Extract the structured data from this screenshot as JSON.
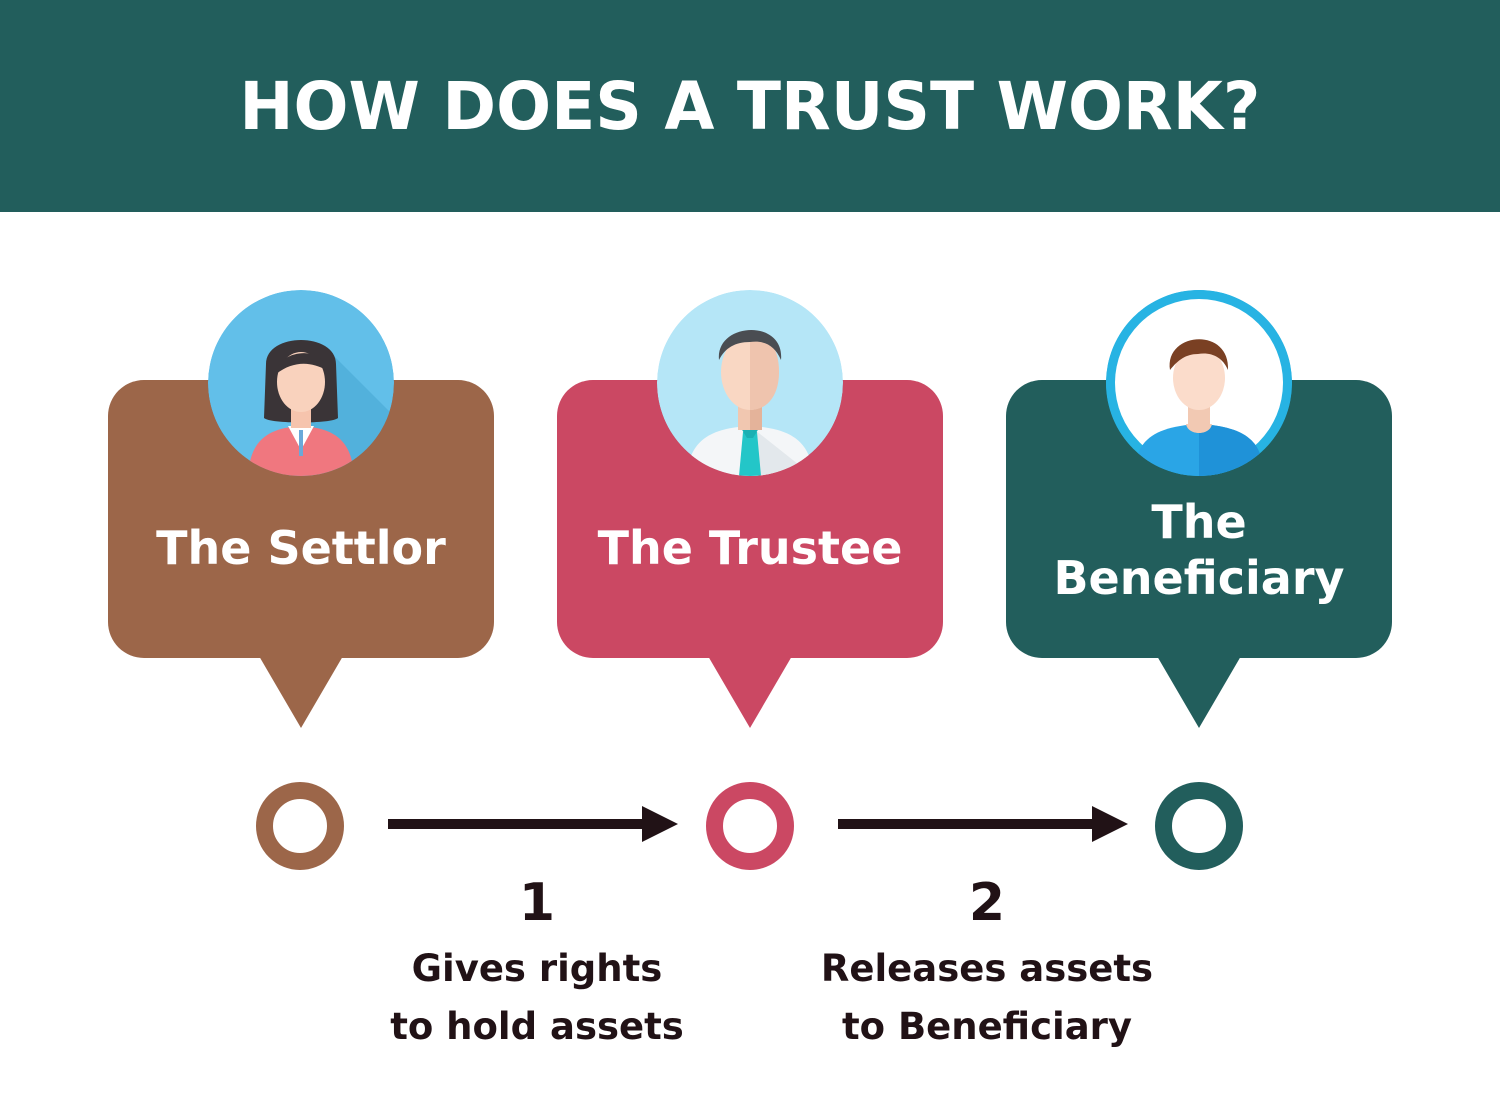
{
  "header": {
    "title": "HOW DOES A TRUST WORK?"
  },
  "colors": {
    "header_bg": "#225e5c",
    "settlor": "#9c6649",
    "trustee": "#cb4863",
    "beneficiary": "#225e5c",
    "text_dark": "#211216"
  },
  "roles": [
    {
      "label": "The Settlor",
      "icon": "woman-avatar-icon"
    },
    {
      "label": "The Trustee",
      "icon": "businessman-avatar-icon"
    },
    {
      "label_line1": "The",
      "label_line2": "Beneficiary",
      "icon": "man-avatar-icon"
    }
  ],
  "steps": [
    {
      "number": "1",
      "line1": "Gives rights",
      "line2": "to hold assets"
    },
    {
      "number": "2",
      "line1": "Releases assets",
      "line2": "to Beneficiary"
    }
  ]
}
